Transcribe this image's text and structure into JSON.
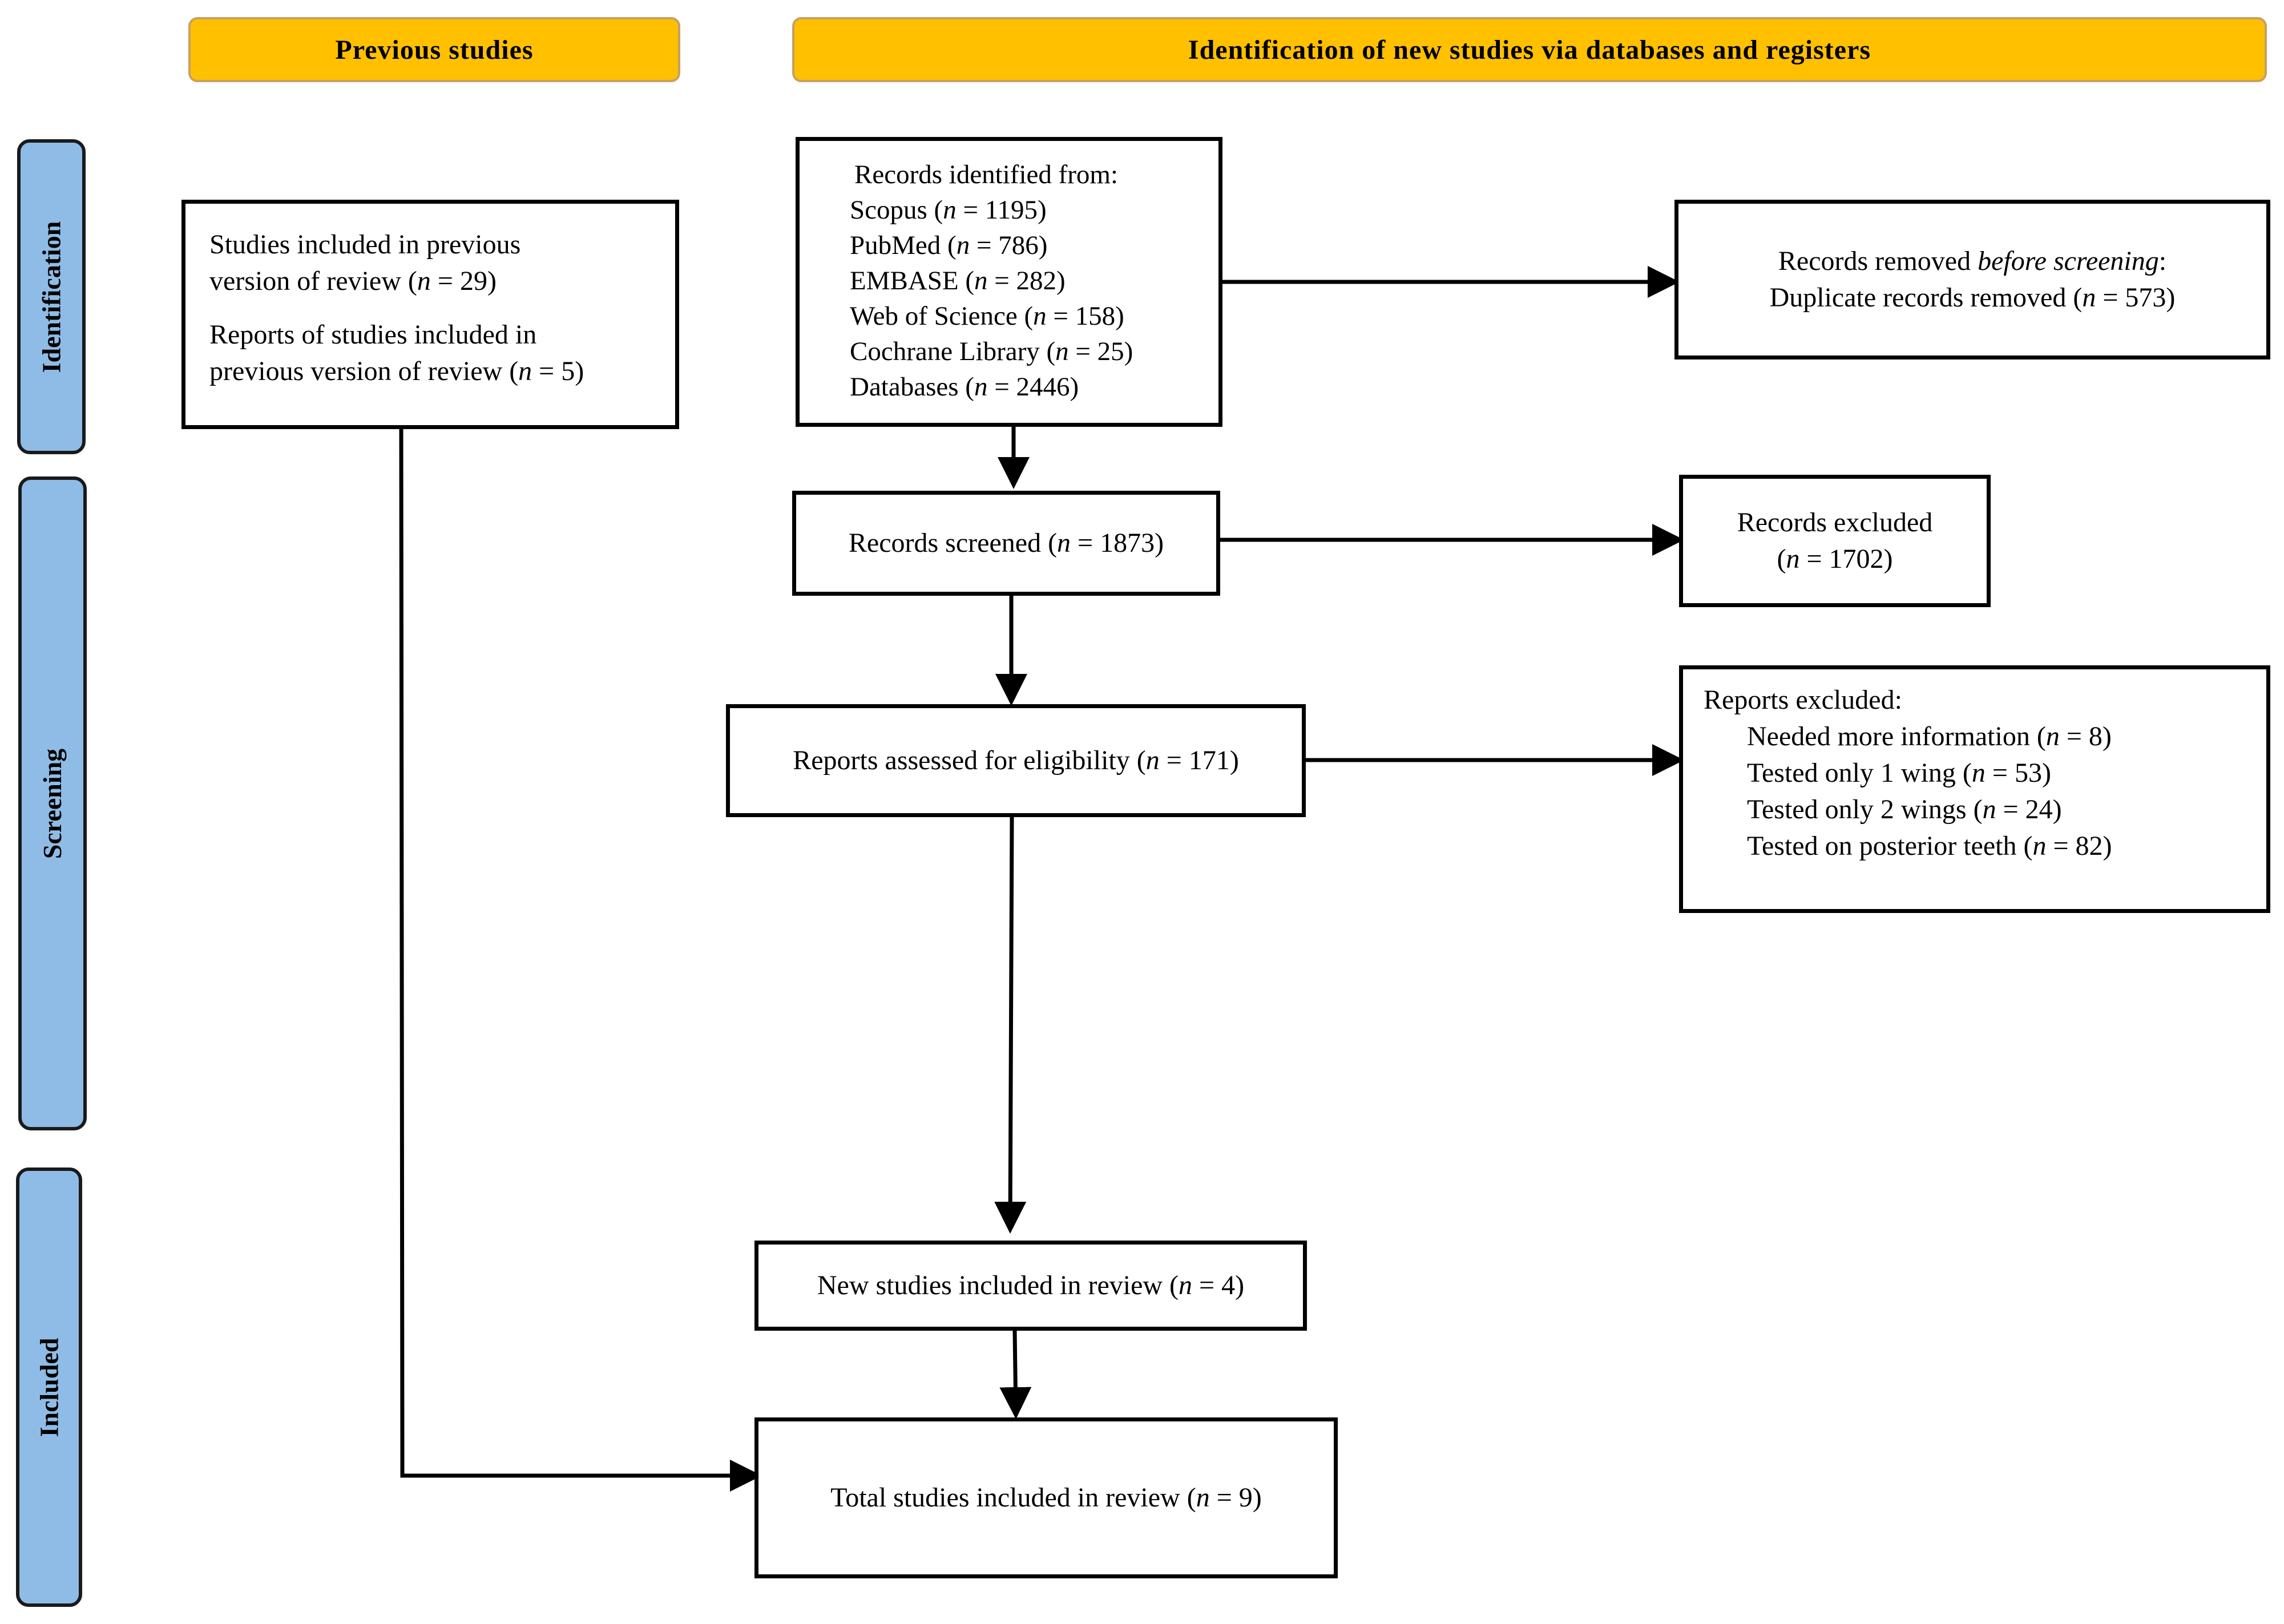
{
  "headers": {
    "previous": "Previous studies",
    "new": "Identification of new studies via databases and registers"
  },
  "phases": {
    "identification": "Identification",
    "screening": "Screening",
    "included": "Included"
  },
  "previous_box": {
    "line1": "Studies included in previous",
    "line2_pre": "version of review (",
    "line2_val": " = 29)",
    "line3": "Reports of studies included in",
    "line4_pre": "previous version of review (",
    "line4_val": " = 5)"
  },
  "identified": {
    "heading": "Records identified from:",
    "sources": [
      {
        "name": "Scopus (",
        "val": " = 1195)"
      },
      {
        "name": "PubMed (",
        "val": " = 786)"
      },
      {
        "name": "EMBASE (",
        "val": " = 282)"
      },
      {
        "name": "Web of Science (",
        "val": " = 158)"
      },
      {
        "name": "Cochrane Library (",
        "val": " = 25)"
      },
      {
        "name": "Databases (",
        "val": " = 2446)"
      }
    ]
  },
  "removed": {
    "line1_pre": "Records removed ",
    "line1_em": "before screening",
    "line1_post": ":",
    "line2_pre": "Duplicate records removed (",
    "line2_val": " = 573)"
  },
  "screened": {
    "pre": "Records screened (",
    "val": " = 1873)"
  },
  "excluded": {
    "line1": "Records excluded",
    "line2_pre": "(",
    "line2_val": " = 1702)"
  },
  "assessed": {
    "pre": "Reports assessed for eligibility (",
    "val": " = 171)"
  },
  "reports_excluded": {
    "heading": "Reports excluded:",
    "reasons": [
      {
        "name": "Needed more information (",
        "val": " = 8)"
      },
      {
        "name": "Tested only 1 wing (",
        "val": " = 53)"
      },
      {
        "name": "Tested only 2 wings (",
        "val": " = 24)"
      },
      {
        "name": "Tested on posterior teeth (",
        "val": " = 82)"
      }
    ]
  },
  "new_included": {
    "pre": "New studies included in review (",
    "val": " = 4)"
  },
  "total_included": {
    "pre": "Total studies included in review (",
    "val": " = 9)"
  },
  "n_symbol": "n",
  "colors": {
    "header_fill": "#FFC000",
    "phase_fill": "#8FBCE6",
    "line": "#000000"
  }
}
